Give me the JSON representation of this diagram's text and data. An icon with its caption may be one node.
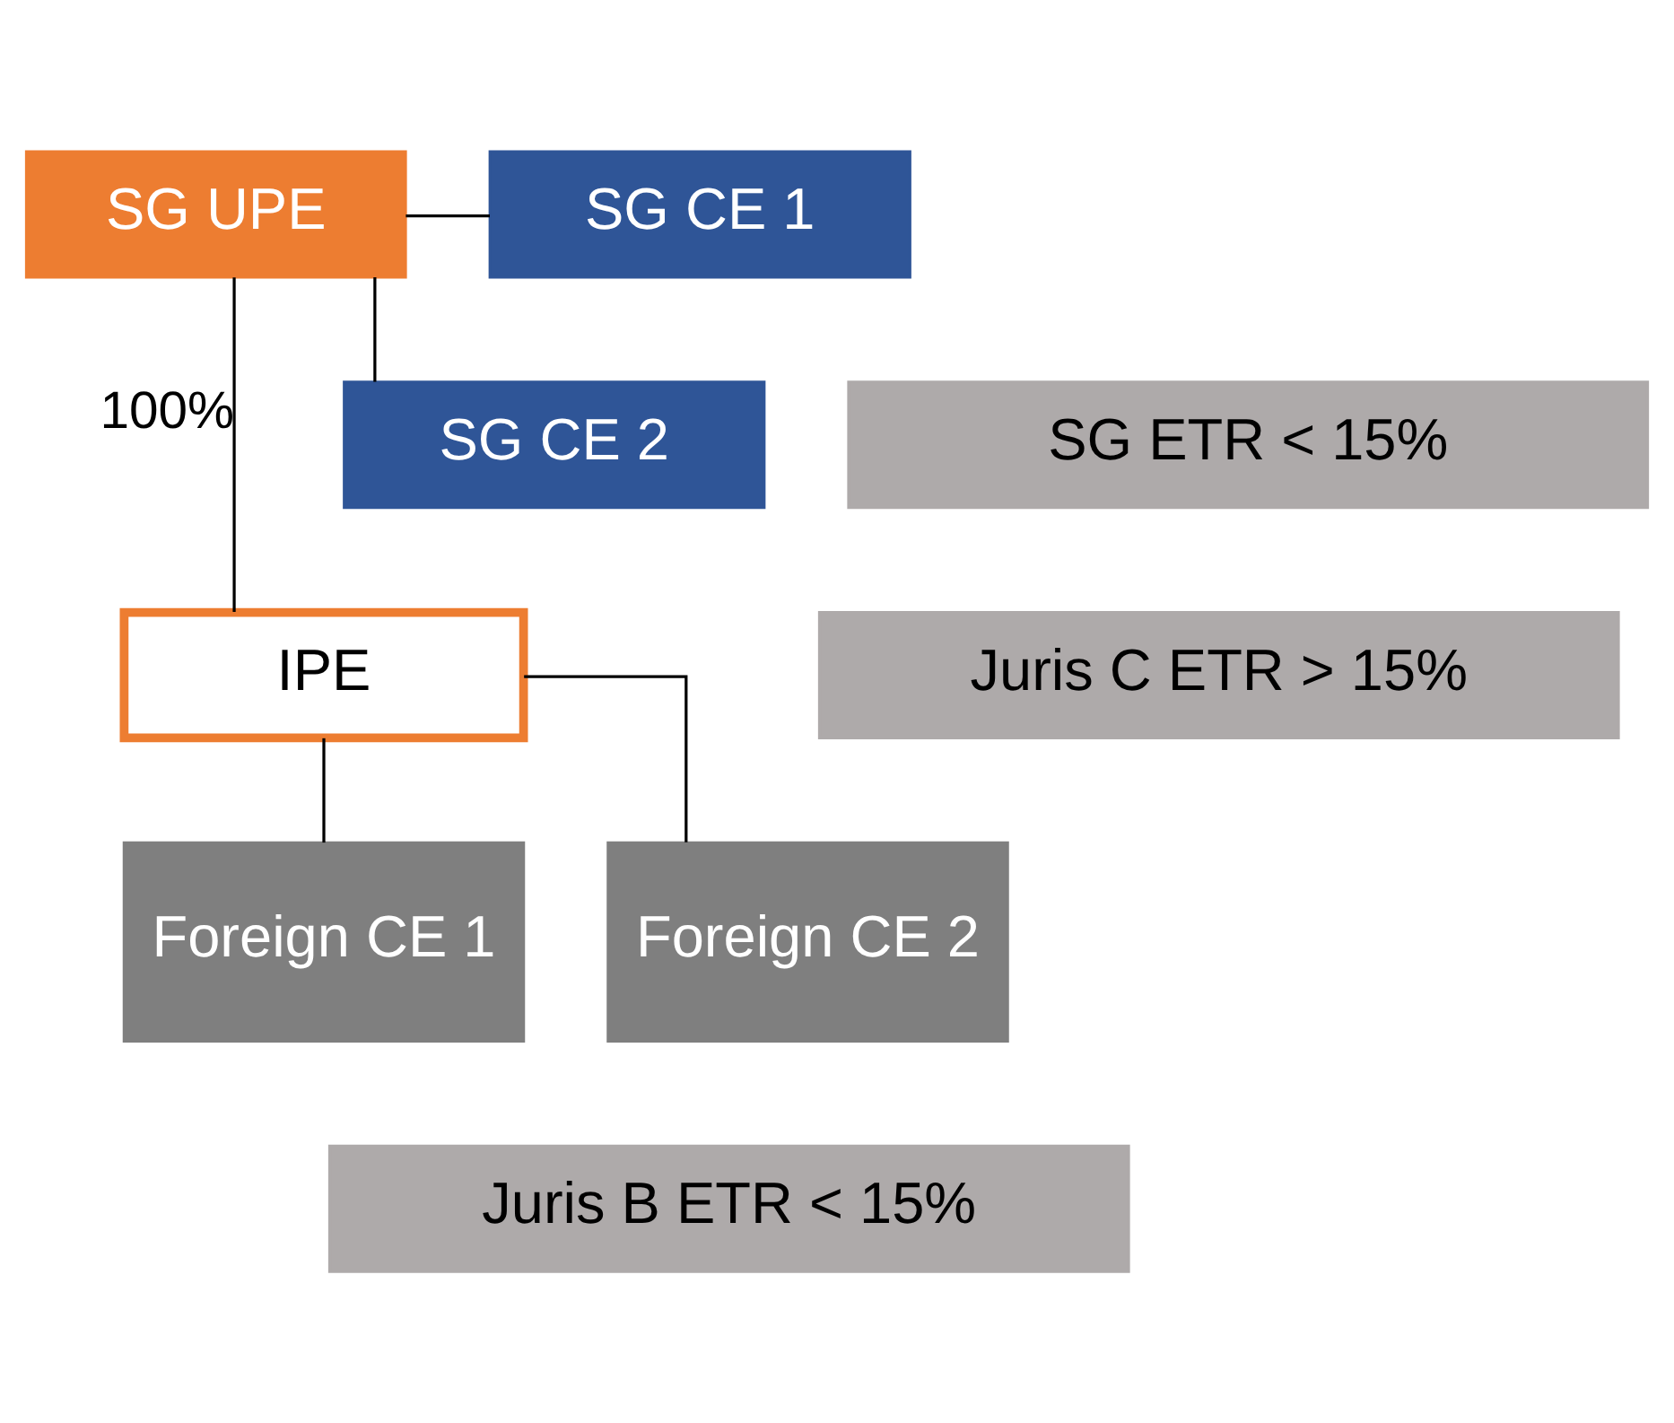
{
  "diagram": {
    "nodes": [
      {
        "text": [
          "SG UPE"
        ]
      },
      {
        "text": [
          "SG CE 1"
        ]
      },
      {
        "text": [
          "SG CE 2"
        ]
      },
      {
        "text": [
          "SG ETR < 15%"
        ]
      },
      {
        "text": [
          "IPE"
        ]
      },
      {
        "text": [
          "Juris C ETR > 15%"
        ]
      },
      {
        "text": [
          "Foreign CE 1"
        ]
      },
      {
        "text": [
          "Foreign CE 2"
        ]
      },
      {
        "text": [
          "Juris B ETR < 15%"
        ]
      }
    ],
    "edges": [
      {
        "from": 0,
        "to": 4,
        "arrow": "none",
        "label": "100%"
      },
      {
        "from": 0,
        "to": 1,
        "arrow": "none"
      },
      {
        "from": 0,
        "to": 2,
        "arrow": "none"
      },
      {
        "from": 4,
        "to": 6,
        "arrow": "none"
      },
      {
        "from": 4,
        "to": 7,
        "arrow": "none"
      }
    ]
  }
}
